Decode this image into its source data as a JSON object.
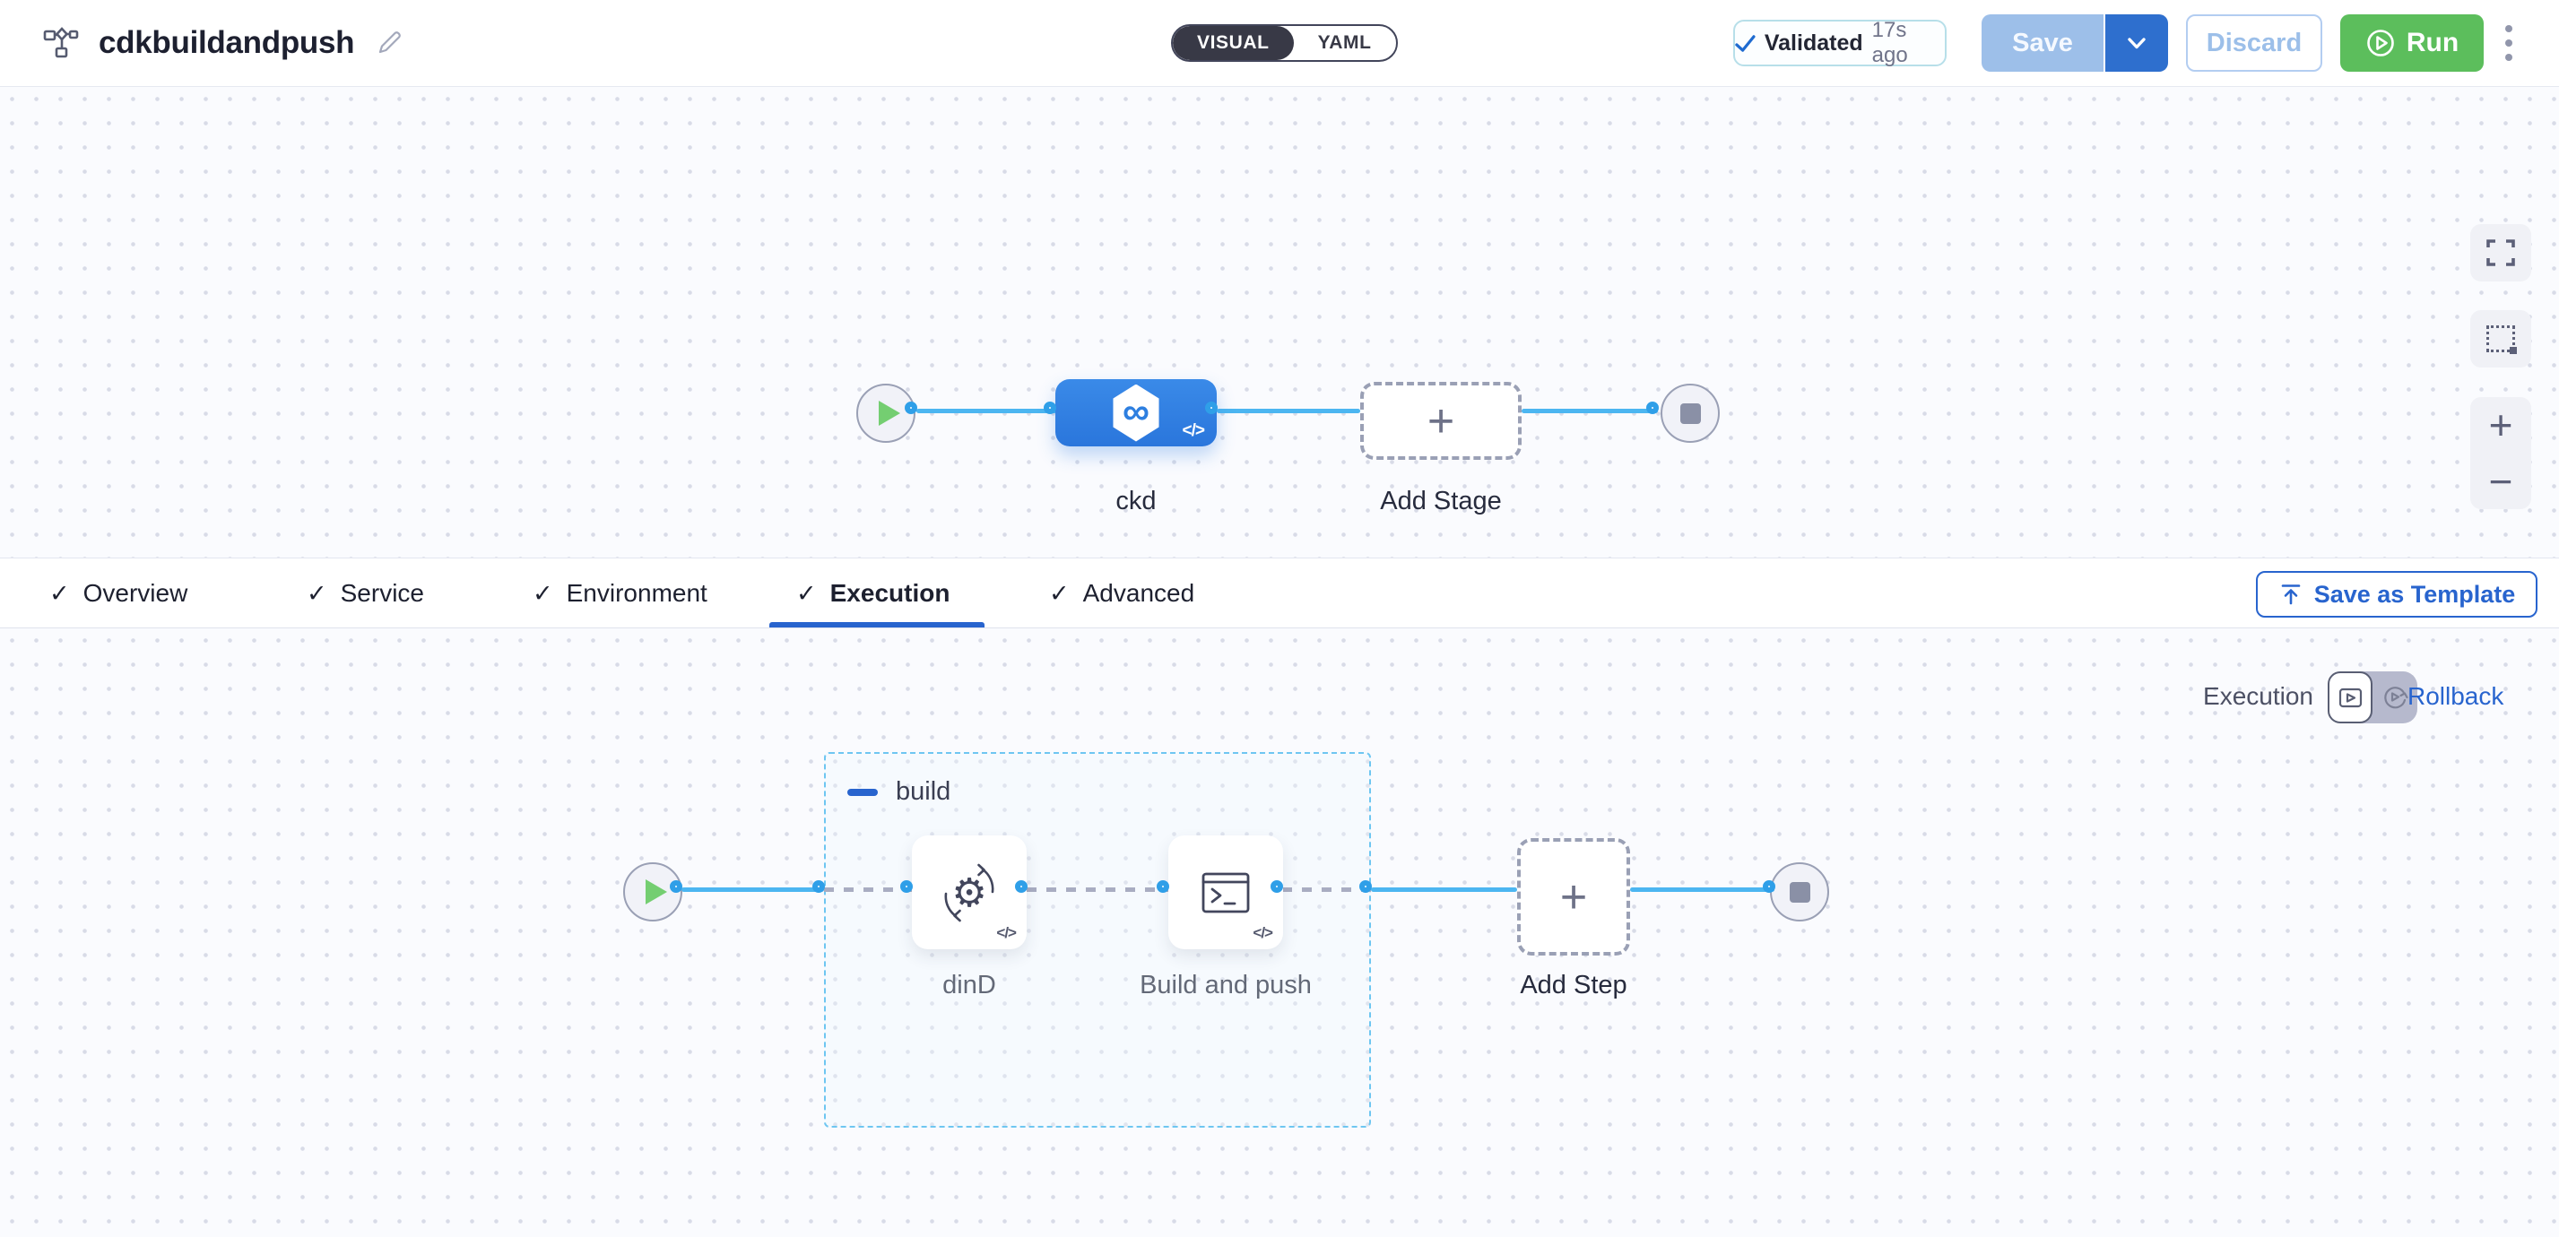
{
  "header": {
    "title": "cdkbuildandpush",
    "mode_toggle": {
      "visual": "VISUAL",
      "yaml": "YAML"
    },
    "validated": {
      "label": "Validated",
      "time": "17s ago"
    },
    "save_label": "Save",
    "discard_label": "Discard",
    "run_label": "Run"
  },
  "stage_canvas": {
    "stage_name": "ckd",
    "add_stage_label": "Add Stage"
  },
  "tab_bar": {
    "tabs": [
      {
        "label": "Overview"
      },
      {
        "label": "Service"
      },
      {
        "label": "Environment"
      },
      {
        "label": "Execution"
      },
      {
        "label": "Advanced"
      }
    ],
    "active_tab": "Execution",
    "save_as_template_label": "Save as Template"
  },
  "execution_canvas": {
    "mode_label": "Execution",
    "rollback_label": "Rollback",
    "group_label": "build",
    "steps": [
      {
        "name": "dinD"
      },
      {
        "name": "Build and push"
      }
    ],
    "add_step_label": "Add Step"
  },
  "glyphs": {
    "check": "✓",
    "plus": "+",
    "infinity": "∞",
    "code_badge": "</>"
  },
  "colors": {
    "accent_blue": "#2e6fce",
    "link_blue": "#2864ce",
    "node_blue": "#2e7fe0",
    "line_blue": "#4cb6f1",
    "port_blue": "#2f9fe8",
    "run_green": "#5cbe5c",
    "toggle_dark": "#383946",
    "validated_border": "#b7dfe9",
    "group_dash": "#6ec6f1"
  }
}
